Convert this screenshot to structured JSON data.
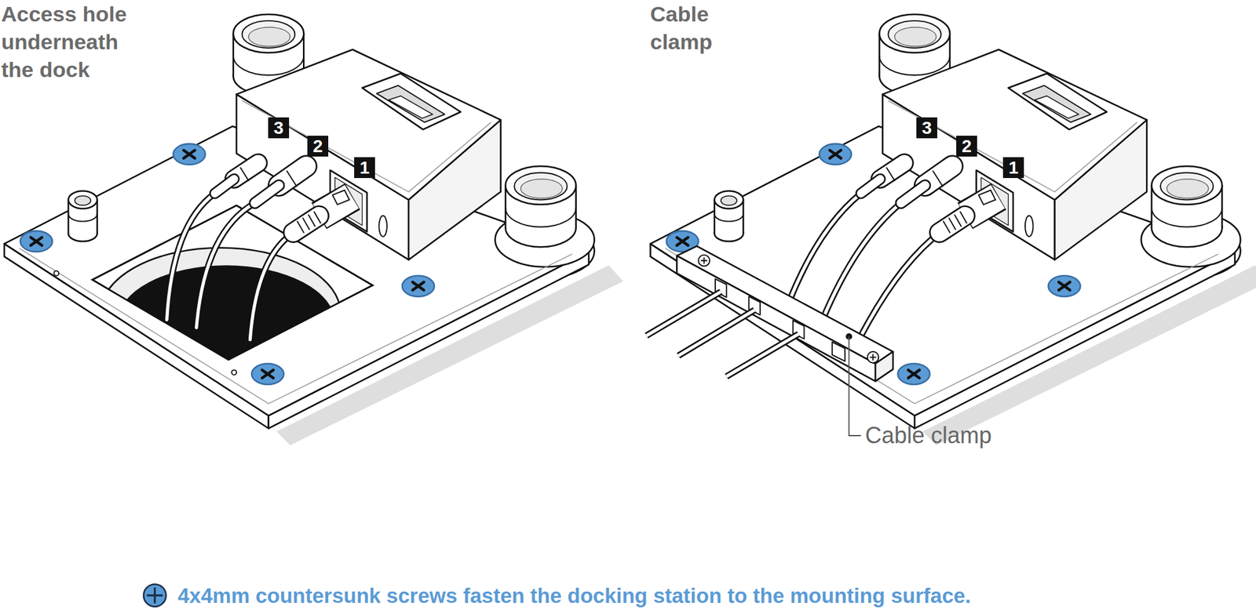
{
  "diagram": {
    "labels": [
      "Access hole underneath the dock",
      "3",
      "2",
      "1",
      "Cable clamp",
      "3",
      "2",
      "1",
      "Cable clamp"
    ],
    "legend": [
      {
        "text": "4x4mm countersunk screws fasten the docking station to the mounting surface."
      }
    ]
  }
}
